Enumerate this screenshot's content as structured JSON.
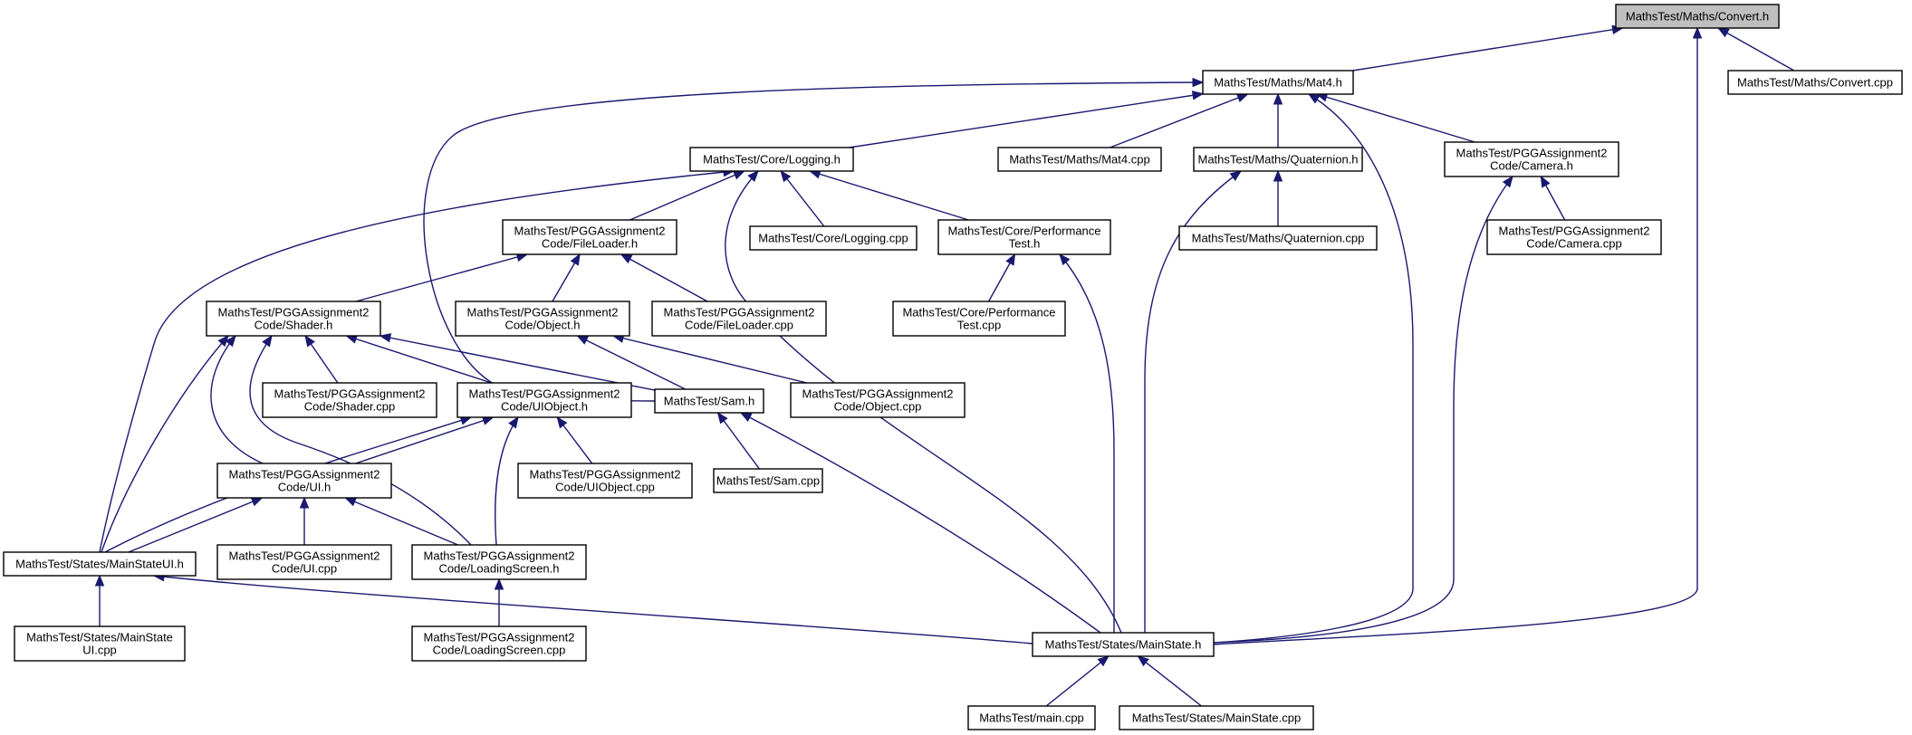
{
  "colors": {
    "edge": "#191970",
    "root_fill": "#bfbfbf",
    "node_fill": "#ffffff",
    "border": "#000000"
  },
  "nodes": [
    {
      "id": "convert_h",
      "lines": [
        "MathsTest/Maths/Convert.h"
      ],
      "root": true
    },
    {
      "id": "mat4_h",
      "lines": [
        "MathsTest/Maths/Mat4.h"
      ]
    },
    {
      "id": "convert_cpp",
      "lines": [
        "MathsTest/Maths/Convert.cpp"
      ]
    },
    {
      "id": "logging_h",
      "lines": [
        "MathsTest/Core/Logging.h"
      ]
    },
    {
      "id": "mat4_cpp",
      "lines": [
        "MathsTest/Maths/Mat4.cpp"
      ]
    },
    {
      "id": "quaternion_h",
      "lines": [
        "MathsTest/Maths/Quaternion.h"
      ]
    },
    {
      "id": "camera_h",
      "lines": [
        "MathsTest/PGGAssignment2",
        "Code/Camera.h"
      ]
    },
    {
      "id": "fileloader_h",
      "lines": [
        "MathsTest/PGGAssignment2",
        "Code/FileLoader.h"
      ]
    },
    {
      "id": "logging_cpp",
      "lines": [
        "MathsTest/Core/Logging.cpp"
      ]
    },
    {
      "id": "perf_h",
      "lines": [
        "MathsTest/Core/Performance",
        "Test.h"
      ]
    },
    {
      "id": "quaternion_cpp",
      "lines": [
        "MathsTest/Maths/Quaternion.cpp"
      ]
    },
    {
      "id": "camera_cpp",
      "lines": [
        "MathsTest/PGGAssignment2",
        "Code/Camera.cpp"
      ]
    },
    {
      "id": "shader_h",
      "lines": [
        "MathsTest/PGGAssignment2",
        "Code/Shader.h"
      ]
    },
    {
      "id": "object_h",
      "lines": [
        "MathsTest/PGGAssignment2",
        "Code/Object.h"
      ]
    },
    {
      "id": "fileloader_cpp",
      "lines": [
        "MathsTest/PGGAssignment2",
        "Code/FileLoader.cpp"
      ]
    },
    {
      "id": "perf_cpp",
      "lines": [
        "MathsTest/Core/Performance",
        "Test.cpp"
      ]
    },
    {
      "id": "shader_cpp",
      "lines": [
        "MathsTest/PGGAssignment2",
        "Code/Shader.cpp"
      ]
    },
    {
      "id": "uiobject_h",
      "lines": [
        "MathsTest/PGGAssignment2",
        "Code/UIObject.h"
      ]
    },
    {
      "id": "sam_h",
      "lines": [
        "MathsTest/Sam.h"
      ]
    },
    {
      "id": "object_cpp",
      "lines": [
        "MathsTest/PGGAssignment2",
        "Code/Object.cpp"
      ]
    },
    {
      "id": "ui_h",
      "lines": [
        "MathsTest/PGGAssignment2",
        "Code/UI.h"
      ]
    },
    {
      "id": "uiobject_cpp",
      "lines": [
        "MathsTest/PGGAssignment2",
        "Code/UIObject.cpp"
      ]
    },
    {
      "id": "sam_cpp",
      "lines": [
        "MathsTest/Sam.cpp"
      ]
    },
    {
      "id": "mainstateui_h",
      "lines": [
        "MathsTest/States/MainStateUI.h"
      ]
    },
    {
      "id": "ui_cpp",
      "lines": [
        "MathsTest/PGGAssignment2",
        "Code/UI.cpp"
      ]
    },
    {
      "id": "loadingscreen_h",
      "lines": [
        "MathsTest/PGGAssignment2",
        "Code/LoadingScreen.h"
      ]
    },
    {
      "id": "mainstateui_cpp",
      "lines": [
        "MathsTest/States/MainState",
        "UI.cpp"
      ]
    },
    {
      "id": "loadingscreen_cpp",
      "lines": [
        "MathsTest/PGGAssignment2",
        "Code/LoadingScreen.cpp"
      ]
    },
    {
      "id": "mainstate_h",
      "lines": [
        "MathsTest/States/MainState.h"
      ]
    },
    {
      "id": "main_cpp",
      "lines": [
        "MathsTest/main.cpp"
      ]
    },
    {
      "id": "mainstate_cpp",
      "lines": [
        "MathsTest/States/MainState.cpp"
      ]
    }
  ],
  "edges": [
    {
      "from": "convert_h",
      "to": "mat4_h"
    },
    {
      "from": "convert_h",
      "to": "convert_cpp"
    },
    {
      "from": "convert_h",
      "to": "mainstate_h"
    },
    {
      "from": "mat4_h",
      "to": "logging_h"
    },
    {
      "from": "mat4_h",
      "to": "mat4_cpp"
    },
    {
      "from": "mat4_h",
      "to": "quaternion_h"
    },
    {
      "from": "mat4_h",
      "to": "camera_h"
    },
    {
      "from": "mat4_h",
      "to": "sam_h"
    },
    {
      "from": "mat4_h",
      "to": "mainstate_h"
    },
    {
      "from": "logging_h",
      "to": "fileloader_h"
    },
    {
      "from": "logging_h",
      "to": "logging_cpp"
    },
    {
      "from": "logging_h",
      "to": "perf_h"
    },
    {
      "from": "logging_h",
      "to": "mainstateui_h"
    },
    {
      "from": "logging_h",
      "to": "mainstate_h"
    },
    {
      "from": "quaternion_h",
      "to": "quaternion_cpp"
    },
    {
      "from": "quaternion_h",
      "to": "mainstate_h"
    },
    {
      "from": "camera_h",
      "to": "camera_cpp"
    },
    {
      "from": "camera_h",
      "to": "mainstate_h"
    },
    {
      "from": "fileloader_h",
      "to": "shader_h"
    },
    {
      "from": "fileloader_h",
      "to": "object_h"
    },
    {
      "from": "fileloader_h",
      "to": "fileloader_cpp"
    },
    {
      "from": "perf_h",
      "to": "perf_cpp"
    },
    {
      "from": "perf_h",
      "to": "mainstate_h"
    },
    {
      "from": "shader_h",
      "to": "shader_cpp"
    },
    {
      "from": "shader_h",
      "to": "uiobject_h"
    },
    {
      "from": "shader_h",
      "to": "sam_h"
    },
    {
      "from": "shader_h",
      "to": "ui_h"
    },
    {
      "from": "shader_h",
      "to": "mainstateui_h"
    },
    {
      "from": "shader_h",
      "to": "loadingscreen_h"
    },
    {
      "from": "object_h",
      "to": "sam_h"
    },
    {
      "from": "object_h",
      "to": "object_cpp"
    },
    {
      "from": "uiobject_h",
      "to": "ui_h"
    },
    {
      "from": "uiobject_h",
      "to": "uiobject_cpp"
    },
    {
      "from": "uiobject_h",
      "to": "mainstateui_h"
    },
    {
      "from": "uiobject_h",
      "to": "loadingscreen_h"
    },
    {
      "from": "sam_h",
      "to": "sam_cpp"
    },
    {
      "from": "sam_h",
      "to": "mainstate_h"
    },
    {
      "from": "ui_h",
      "to": "ui_cpp"
    },
    {
      "from": "ui_h",
      "to": "mainstateui_h"
    },
    {
      "from": "ui_h",
      "to": "loadingscreen_h"
    },
    {
      "from": "mainstateui_h",
      "to": "mainstateui_cpp"
    },
    {
      "from": "mainstateui_h",
      "to": "mainstate_h"
    },
    {
      "from": "loadingscreen_h",
      "to": "loadingscreen_cpp"
    },
    {
      "from": "mainstate_h",
      "to": "main_cpp"
    },
    {
      "from": "mainstate_h",
      "to": "mainstate_cpp"
    }
  ]
}
